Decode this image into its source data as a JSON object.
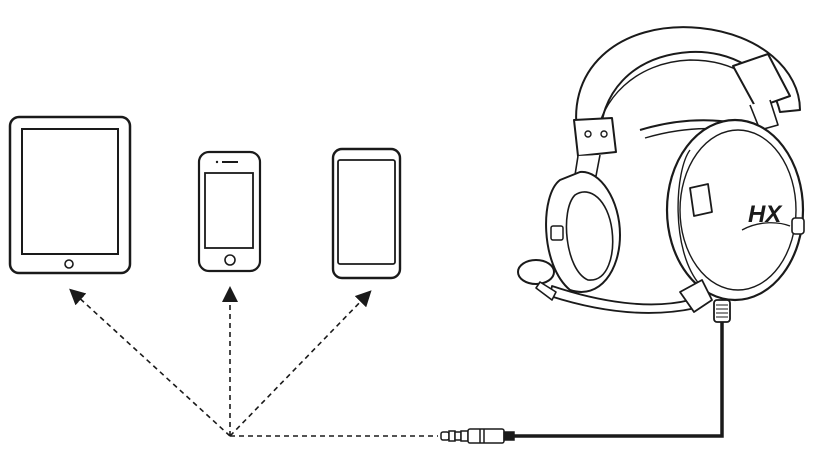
{
  "brand": {
    "logo_text": "HX"
  },
  "devices": [
    {
      "name": "tablet"
    },
    {
      "name": "iphone"
    },
    {
      "name": "android-phone"
    }
  ],
  "connection": {
    "style": "dashed-arrows",
    "plug": "3.5mm 4-pole"
  },
  "colors": {
    "stroke": "#1a1a1a",
    "screen_fill": "#ffffff",
    "background": "#ffffff"
  }
}
